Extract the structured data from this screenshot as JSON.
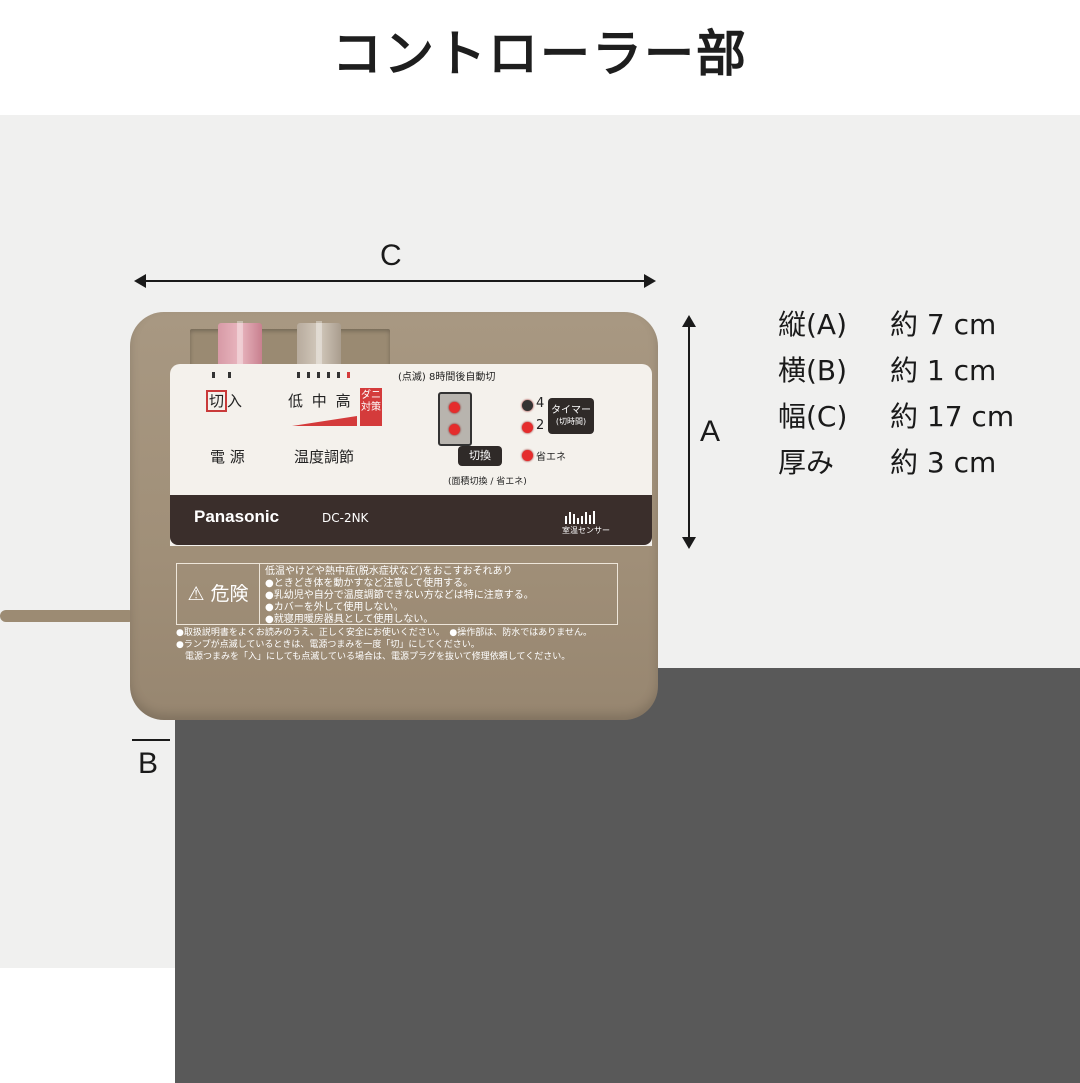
{
  "title": "コントローラー部",
  "dimensions": {
    "labels": {
      "a": "A",
      "b": "B",
      "c": "C"
    },
    "specs": [
      {
        "key": "縦(A)",
        "value": "約 7 cm"
      },
      {
        "key": "横(B)",
        "value": "約 1 cm"
      },
      {
        "key": "幅(C)",
        "value": "約 17 cm"
      },
      {
        "key": "厚み",
        "value": "約 3 cm"
      }
    ]
  },
  "controller": {
    "power": {
      "off": "切",
      "on": "入",
      "label": "電 源"
    },
    "temperature": {
      "low": "低",
      "mid": "中",
      "high": "高",
      "mite": "ダニ対策",
      "label": "温度調節"
    },
    "timer": {
      "blink_note": "(点滅) 8時間後自動切",
      "led_4": "4",
      "led_2": "2",
      "eco": "省エネ",
      "timer_label": "タイマー",
      "timer_sub": "(切時間)",
      "switch_label": "切換",
      "switch_note": "(面積切換 / 省エネ)"
    },
    "brand": "Panasonic",
    "model": "DC-2NK",
    "sensor_label": "室温センサー",
    "warning": {
      "head": "⚠ 危険",
      "lines": [
        "低温やけどや熱中症(脱水症状など)をおこすおそれあり",
        "●ときどき体を動かすなど注意して使用する。",
        "●乳幼児や自分で温度調節できない方などは特に注意する。",
        "●カバーを外して使用しない。",
        "●就寝用暖房器具として使用しない。"
      ],
      "notes": [
        "●取扱説明書をよくお読みのうえ、正しく安全にお使いください。　●操作部は、防水ではありません。",
        "●ランプが点滅しているときは、電源つまみを一度「切」にしてください。",
        "　電源つまみを「入」にしても点滅している場合は、電源プラグを抜いて修理依頼してください。"
      ]
    }
  },
  "colors": {
    "accent_red": "#d43b3b",
    "device_body": "#a08f78",
    "mat": "#595959"
  }
}
